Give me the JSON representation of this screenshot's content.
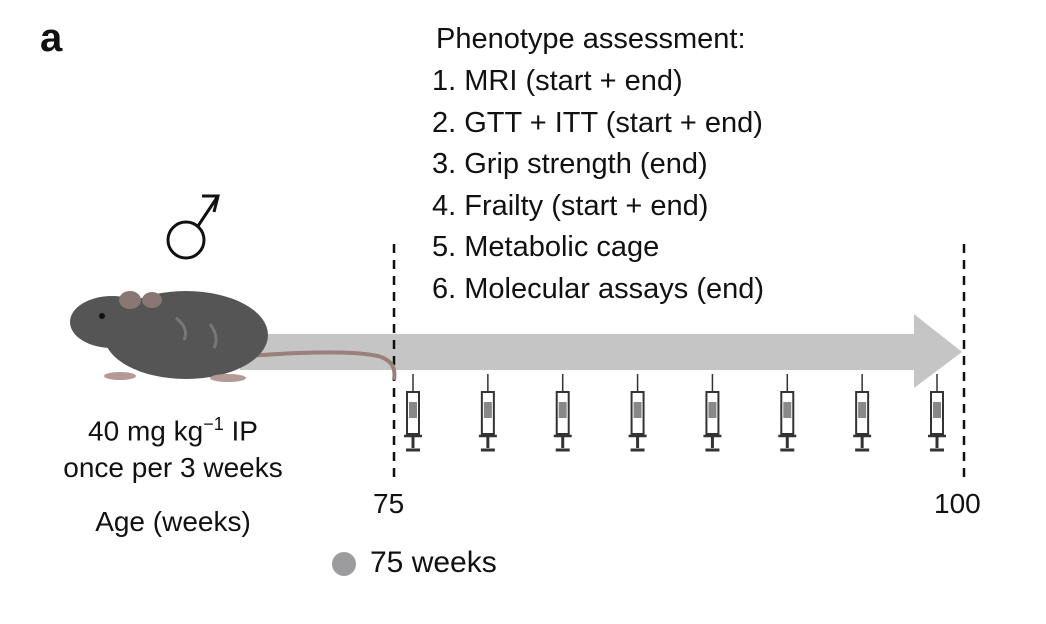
{
  "panel_letter": "a",
  "assessment": {
    "heading": "Phenotype assessment:",
    "items": [
      "1. MRI (start + end)",
      "2. GTT + ITT (start + end)",
      "3. Grip strength (end)",
      "4. Frailty (start + end)",
      "5. Metabolic cage",
      "6. Molecular assays (end)"
    ]
  },
  "sex_symbol": "♂",
  "dosing": {
    "dose_value": "40 mg kg",
    "dose_exponent": "−1",
    "dose_route": " IP",
    "schedule": "once per 3 weeks"
  },
  "timeline": {
    "axis_label": "Age (weeks)",
    "start_label": "75",
    "end_label": "100",
    "injection_count": 8,
    "arrow_color": "#c5c5c5"
  },
  "legend": {
    "label": "75 weeks",
    "color": "#9c9c9e"
  }
}
